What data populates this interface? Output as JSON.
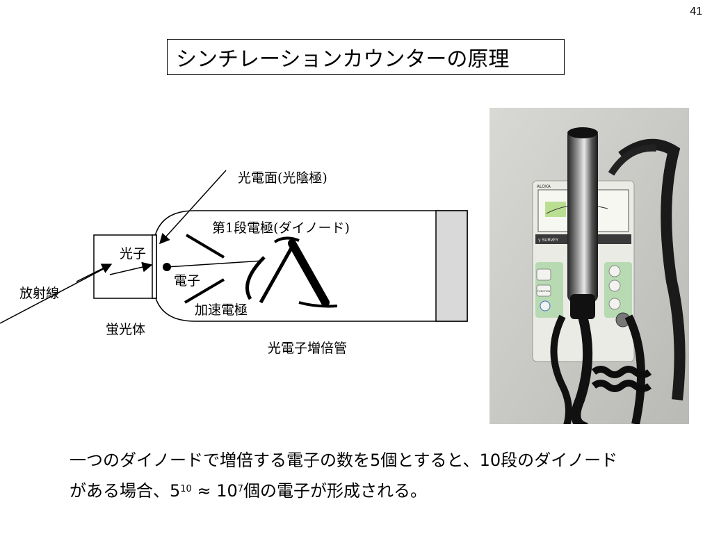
{
  "page_number": "41",
  "title": "シンチレーションカウンターの原理",
  "diagram": {
    "photocathode_label": "光電面(光陰極)",
    "dynode_label": "第1段電極(ダイノード)",
    "photon_label": "光子",
    "radiation_label": "放射線",
    "electron_label": "電子",
    "accel_electrode_label": "加速電極",
    "scintillator_label": "蛍光体",
    "pmt_label": "光電子増倍管"
  },
  "photo": {
    "meter_brand": "ALOKA",
    "meter_model": "γ SURVEY",
    "function_key": "FUNCTION"
  },
  "caption": {
    "line1": "一つのダイノードで増倍する電子の数を5個とすると、10段のダイノード",
    "line2_a": "がある場合、5",
    "line2_exp1": "10",
    "line2_b": " ≈ 10",
    "line2_exp2": "7",
    "line2_c": "個の電子が形成される。"
  }
}
